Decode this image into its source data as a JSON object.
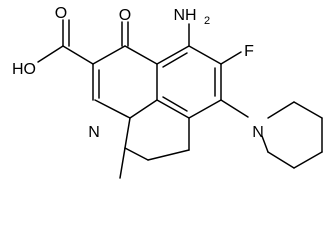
{
  "colors": {
    "background": "#ffffff",
    "bond": "#000000",
    "label": "#000000"
  },
  "molecule": {
    "labels": {
      "carboxyl_oxygen": "O",
      "ketone_oxygen": "O",
      "hydroxyl": "HO",
      "amino_main": "NH",
      "amino_sub": "2",
      "fluorine": "F",
      "ring_nitrogen": "N",
      "piperidine_nitrogen": "N"
    }
  }
}
